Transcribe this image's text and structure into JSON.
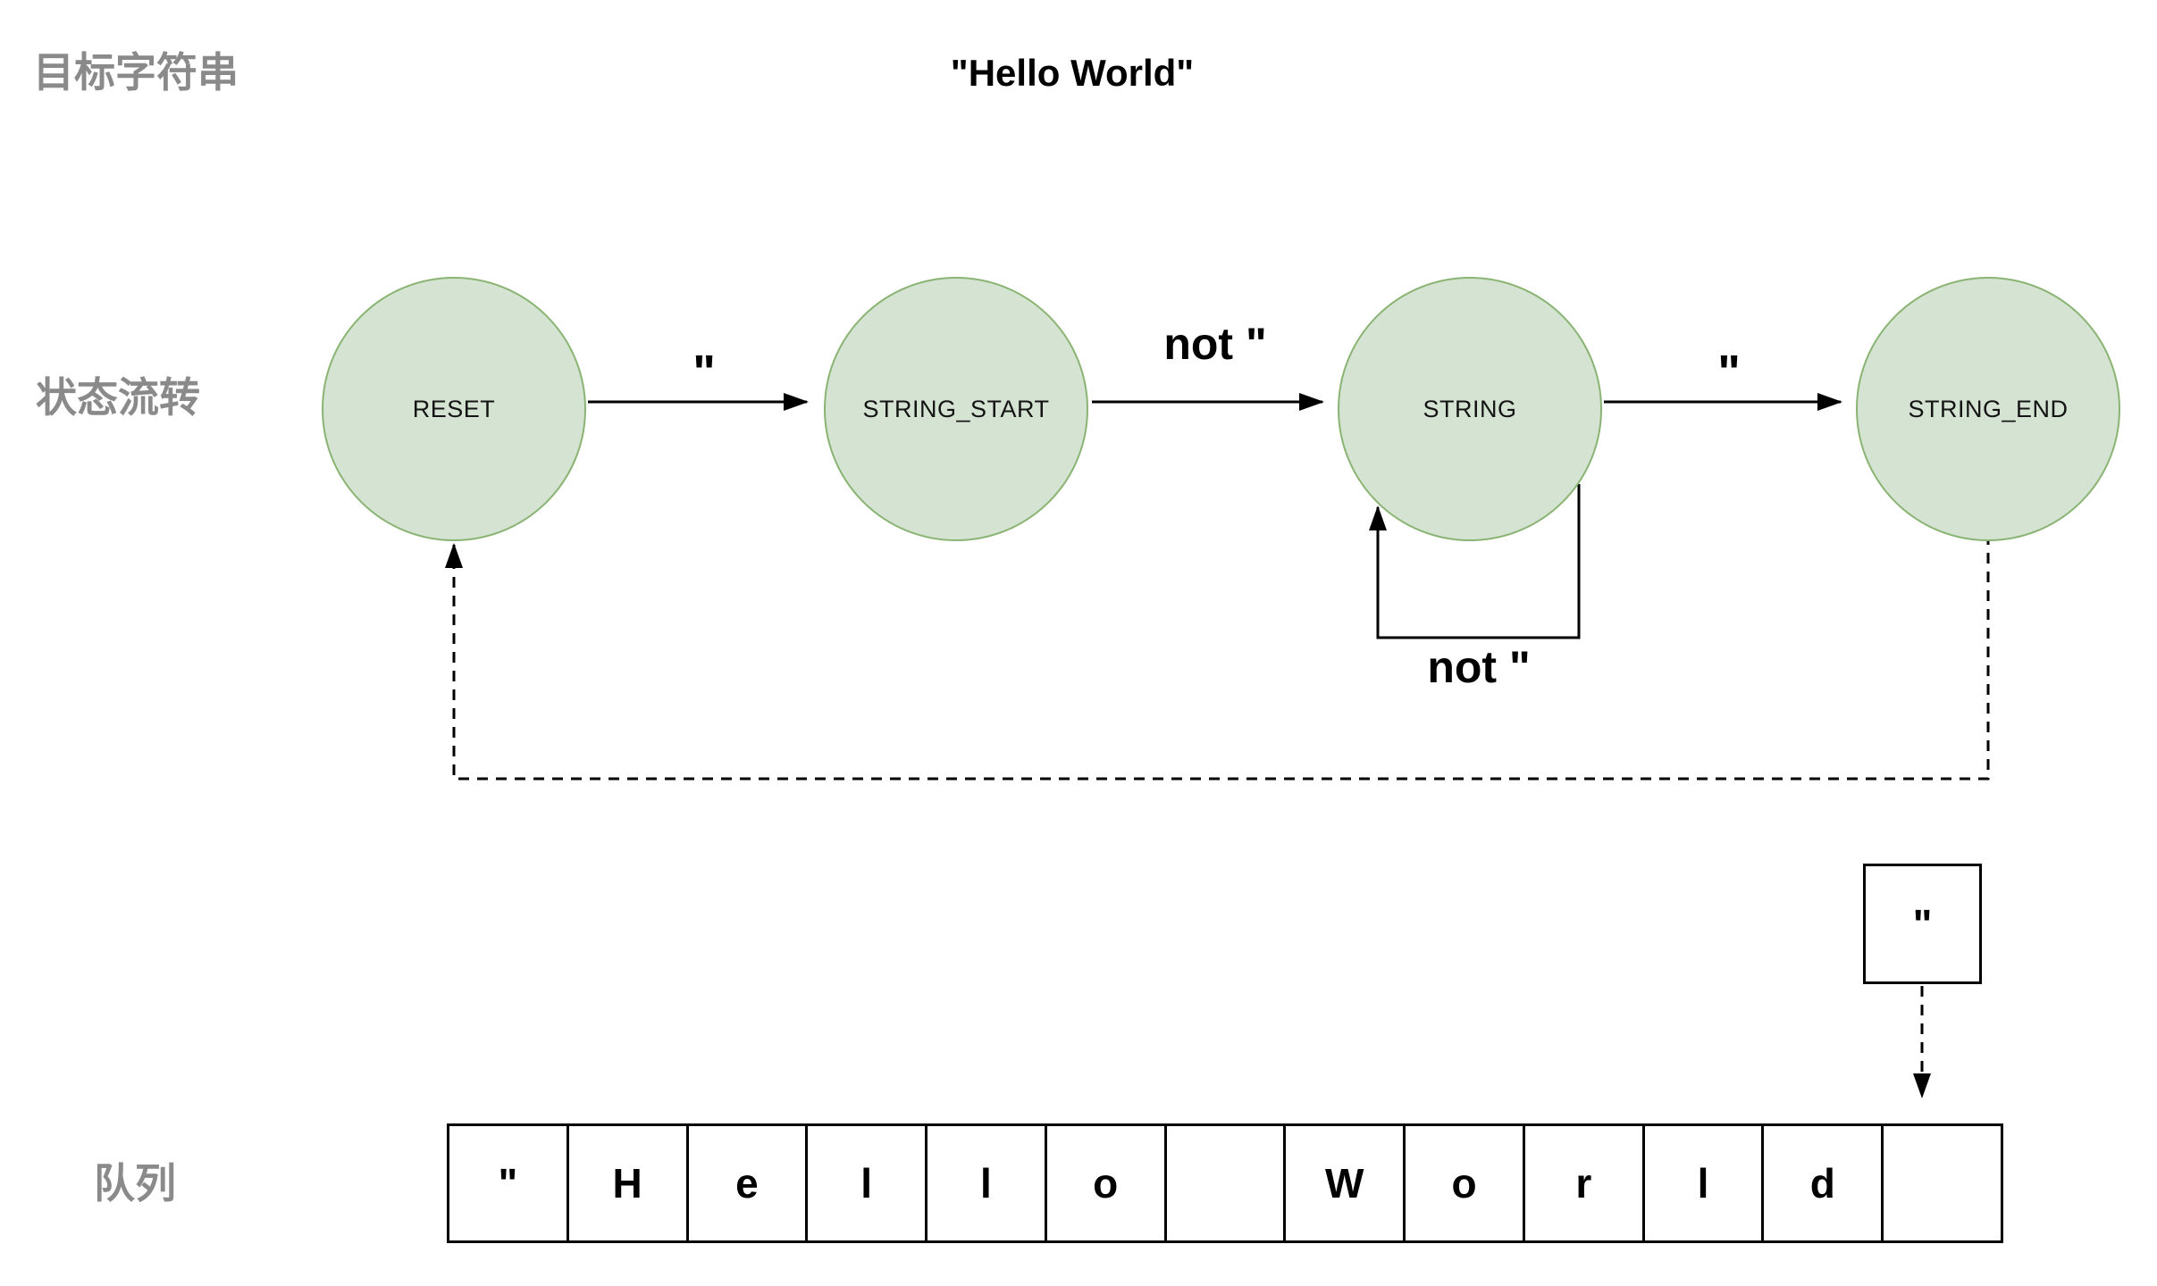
{
  "title": "\"Hello World\"",
  "sections": {
    "target_string_label": "目标字符串",
    "state_flow_label": "状态流转",
    "queue_label": "队列"
  },
  "state_machine": {
    "states": [
      {
        "id": "reset",
        "label": "RESET"
      },
      {
        "id": "string_start",
        "label": "STRING_START"
      },
      {
        "id": "string",
        "label": "STRING"
      },
      {
        "id": "string_end",
        "label": "STRING_END"
      }
    ],
    "transitions": [
      {
        "from": "RESET",
        "to": "STRING_START",
        "label": "\"",
        "style": "solid"
      },
      {
        "from": "STRING_START",
        "to": "STRING",
        "label": "not \"",
        "style": "solid"
      },
      {
        "from": "STRING",
        "to": "STRING",
        "label": "not \"",
        "style": "solid-self-loop"
      },
      {
        "from": "STRING",
        "to": "STRING_END",
        "label": "\"",
        "style": "solid"
      },
      {
        "from": "STRING_END",
        "to": "RESET",
        "label": "",
        "style": "dashed"
      }
    ]
  },
  "next_char_box": {
    "label": "\""
  },
  "queue": {
    "cells": [
      "\"",
      "H",
      "e",
      "l",
      "l",
      "o",
      "",
      "W",
      "o",
      "r",
      "l",
      "d",
      ""
    ]
  },
  "colors": {
    "state_fill": "#d5e3d2",
    "state_stroke": "#8ab473",
    "label_gray": "#8a8a8a",
    "line_black": "#000000",
    "background": "#ffffff"
  }
}
